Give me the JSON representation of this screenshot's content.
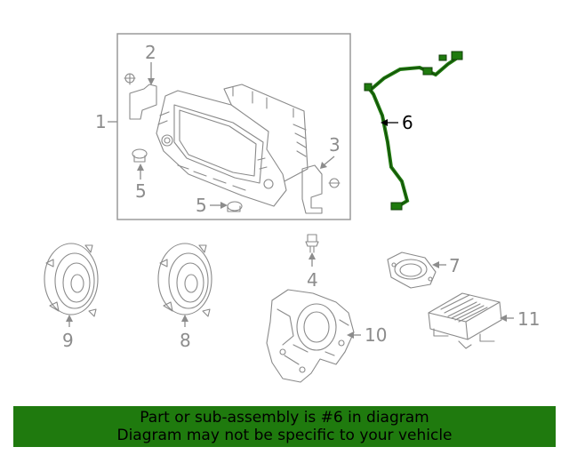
{
  "diagram": {
    "callouts": {
      "c1": "1",
      "c2": "2",
      "c3": "3",
      "c4": "4",
      "c5a": "5",
      "c5b": "5",
      "c6": "6",
      "c7": "7",
      "c8": "8",
      "c9": "9",
      "c10": "10",
      "c11": "11"
    },
    "highlight_callout": "6",
    "colors": {
      "highlight": "#1f7a0e",
      "line_art": "#8a8a8a",
      "banner_bg": "#1f7a0e"
    }
  },
  "banner": {
    "line1": "Part or sub-assembly is #6 in diagram",
    "line2": "Diagram may not be specific to your vehicle"
  }
}
